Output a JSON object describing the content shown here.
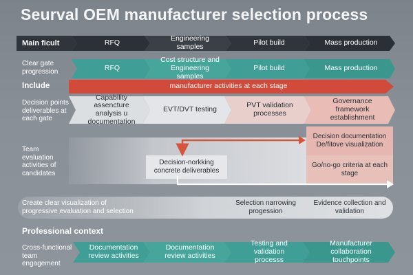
{
  "title": "Seurval OEM manufacturer selection process",
  "row1": {
    "label": "Main ficult",
    "stages": [
      "RFQ",
      "Engineering samples",
      "Pilot build",
      "Mass production"
    ]
  },
  "row2": {
    "label": "Clear gate progression",
    "stages": [
      "RFQ",
      "Cost structure and Engineering samples",
      "Pilot build",
      "Mass production"
    ]
  },
  "row3": {
    "label": "Include",
    "banner": "manufacturer activities at each stage"
  },
  "row4": {
    "label": "Decision points deliverables at each gate",
    "stages": [
      "Capability assencture analysis u documentation",
      "EVT/DVT testing",
      "PVT validation processes",
      "Governance framework establishment"
    ]
  },
  "team": {
    "label": "Team evaluation activities of candidates",
    "center_box": "Decision-norkking concrete deliverables",
    "right_top": "Decision documentation De/fitove visualization",
    "right_bottom": "Go/no-go criteria at each stage"
  },
  "visual_row": {
    "label": "Create clear visualization of progressive evaluation and selection",
    "mid": "Selection narrowing progession",
    "right": "Evidence collection and validation"
  },
  "context": {
    "heading": "Professional context",
    "label": "Cross-functional team engagement",
    "items": [
      "Documentation review activities",
      "Documentation review activities",
      "Testing and validation processs",
      "Manufacturer collaboration touchpoints"
    ]
  },
  "colors": {
    "dark_chevron": "#33393f",
    "teal": "#3f9e95",
    "red_banner": "#d24a3a",
    "pale_pink": "#e8b8b2",
    "pale_gray": "#d8dbde",
    "arrow_orange": "#d4553c"
  }
}
